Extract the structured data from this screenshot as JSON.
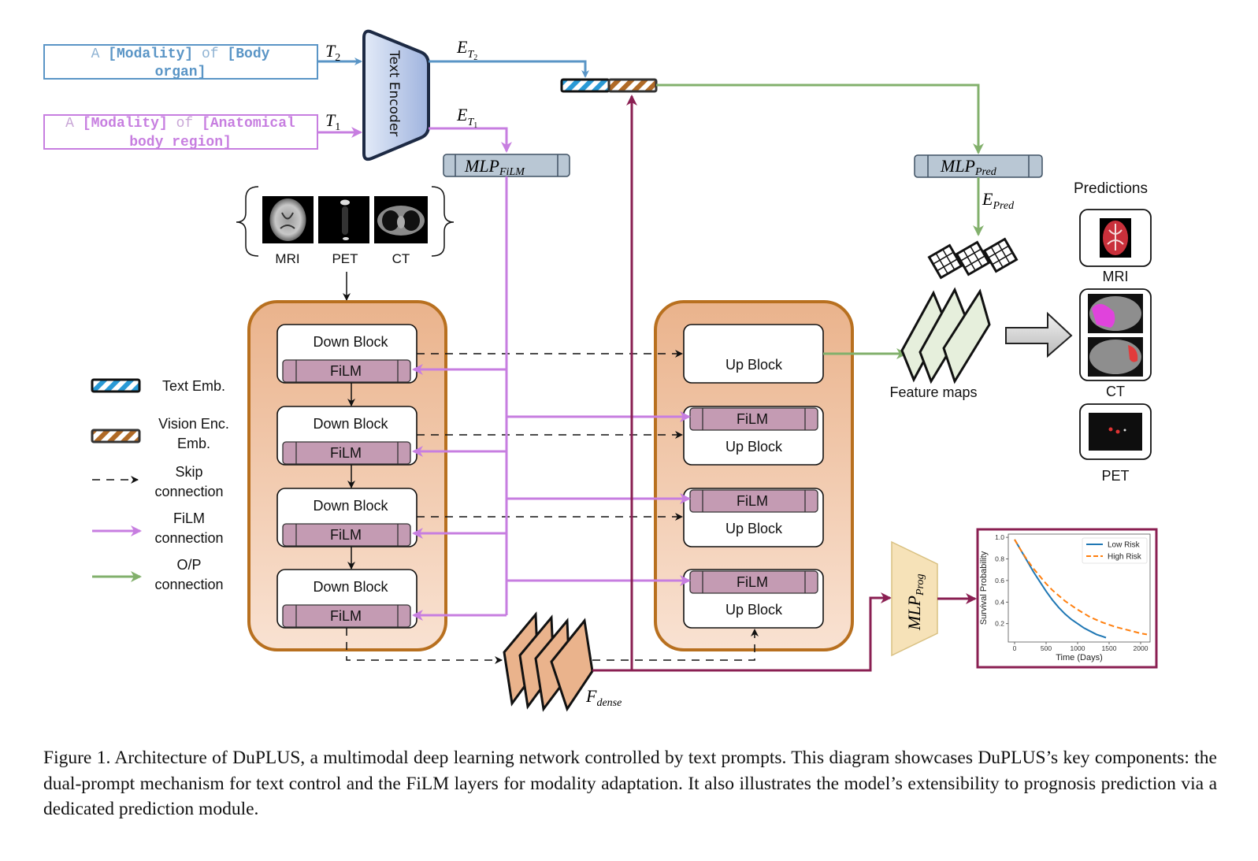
{
  "prompts": {
    "t2": {
      "parts": [
        "A ",
        "[Modality]",
        " of ",
        "[Body"
      ],
      "line2": "organ]",
      "label": "T",
      "sub": "2",
      "color": "#5a95c6"
    },
    "t1": {
      "parts": [
        "A ",
        "[Modality]",
        " of ",
        "[Anatomical"
      ],
      "line2": "body region]",
      "label": "T",
      "sub": "1",
      "color": "#c77ee0"
    }
  },
  "text_encoder": {
    "label": "Text Encoder"
  },
  "embeddings": {
    "et2": {
      "main": "E",
      "sub": "T",
      "subsub": "2"
    },
    "et1": {
      "main": "E",
      "sub": "T",
      "subsub": "1"
    },
    "epred": {
      "main": "E",
      "sub": "Pred"
    }
  },
  "mlps": {
    "film": {
      "main": "MLP",
      "sub": "FiLM"
    },
    "pred": {
      "main": "MLP",
      "sub": "Pred"
    },
    "prog": {
      "main": "MLP",
      "sub": "Prog"
    }
  },
  "inputs": {
    "items": [
      "MRI",
      "PET",
      "CT"
    ]
  },
  "encoder": {
    "blocks": [
      {
        "label": "Down Block",
        "film": "FiLM"
      },
      {
        "label": "Down Block",
        "film": "FiLM"
      },
      {
        "label": "Down Block",
        "film": "FiLM"
      },
      {
        "label": "Down Block",
        "film": "FiLM"
      }
    ]
  },
  "decoder": {
    "blocks": [
      {
        "label": "Up Block",
        "film": null
      },
      {
        "label": "Up Block",
        "film": "FiLM"
      },
      {
        "label": "Up Block",
        "film": "FiLM"
      },
      {
        "label": "Up Block",
        "film": "FiLM"
      }
    ]
  },
  "dense": {
    "main": "F",
    "sub": "dense"
  },
  "feature_maps": {
    "label": "Feature maps"
  },
  "predictions": {
    "title": "Predictions",
    "items": [
      "MRI",
      "CT",
      "PET"
    ]
  },
  "legend": {
    "items": [
      {
        "label": "Text Emb.",
        "icon": "text-embedding-icon"
      },
      {
        "label": "Vision Enc. Emb.",
        "line1": "Vision Enc.",
        "line2": "Emb.",
        "icon": "vision-embedding-icon"
      },
      {
        "label": "Skip connection",
        "line1": "Skip",
        "line2": "connection",
        "icon": "dashed-arrow-icon"
      },
      {
        "label": "FiLM connection",
        "line1": "FiLM",
        "line2": "connection",
        "icon": "film-arrow-icon"
      },
      {
        "label": "O/P connection",
        "line1": "O/P",
        "line2": "connection",
        "icon": "output-arrow-icon"
      }
    ]
  },
  "colors": {
    "prompt_blue": "#5a95c6",
    "film_purple": "#c77ee0",
    "output_green": "#82b06c",
    "prog_maroon": "#8a1f52",
    "unet_border": "#b8701f",
    "film_block": "#c49bb3",
    "text_emb_blue": "#2a9ad6",
    "vision_emb_brown": "#b06a26"
  },
  "chart_data": {
    "type": "line",
    "title": "",
    "xlabel": "Time (Days)",
    "ylabel": "Survival Probability",
    "xlim": [
      -100,
      2150
    ],
    "ylim": [
      0.03,
      1.03
    ],
    "xticks": [
      0,
      500,
      1000,
      1500,
      2000
    ],
    "yticks": [
      0.2,
      0.4,
      0.6,
      0.8,
      1.0
    ],
    "legend_position": "top-right",
    "series": [
      {
        "name": "Low Risk",
        "style": "solid",
        "color": "#1f77b4",
        "x": [
          0,
          100,
          200,
          300,
          400,
          500,
          600,
          700,
          800,
          900,
          1000,
          1100,
          1200,
          1300,
          1400,
          1450
        ],
        "y": [
          0.98,
          0.88,
          0.78,
          0.68,
          0.59,
          0.5,
          0.42,
          0.35,
          0.29,
          0.24,
          0.2,
          0.16,
          0.13,
          0.1,
          0.08,
          0.07
        ]
      },
      {
        "name": "High Risk",
        "style": "dashed",
        "color": "#ff7f0e",
        "x": [
          0,
          100,
          200,
          300,
          400,
          500,
          600,
          800,
          1000,
          1200,
          1400,
          1600,
          1800,
          2000,
          2100
        ],
        "y": [
          0.98,
          0.88,
          0.79,
          0.71,
          0.64,
          0.57,
          0.51,
          0.41,
          0.33,
          0.26,
          0.21,
          0.17,
          0.14,
          0.11,
          0.1
        ]
      }
    ]
  },
  "caption": {
    "text": "Figure 1. Architecture of DuPLUS, a multimodal deep learning network controlled by text prompts. This diagram showcases DuPLUS’s key components: the dual-prompt mechanism for text control and the FiLM layers for modality adaptation. It also illustrates the model’s extensibility to prognosis prediction via a dedicated prediction module."
  }
}
